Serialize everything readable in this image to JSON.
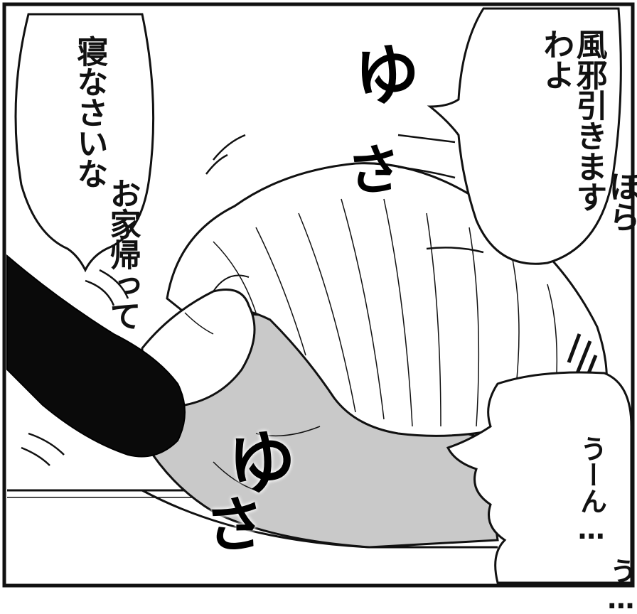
{
  "panel": {
    "left_bubble": {
      "lines": [
        "お家帰って",
        "寝なさいな"
      ]
    },
    "right_bubble": {
      "lines": [
        "ほら",
        "風邪引きます",
        "わよ"
      ]
    },
    "bottom_bubble": {
      "lines": [
        "う…",
        "うーん…"
      ]
    },
    "sfx": {
      "top_yu": "ゆ",
      "top_sa": "さ",
      "bottom_yu": "ゆ",
      "bottom_sa": "さ"
    }
  },
  "colors": {
    "ink": "#111111",
    "screentone": "#c9c9c9",
    "paper": "#ffffff"
  }
}
